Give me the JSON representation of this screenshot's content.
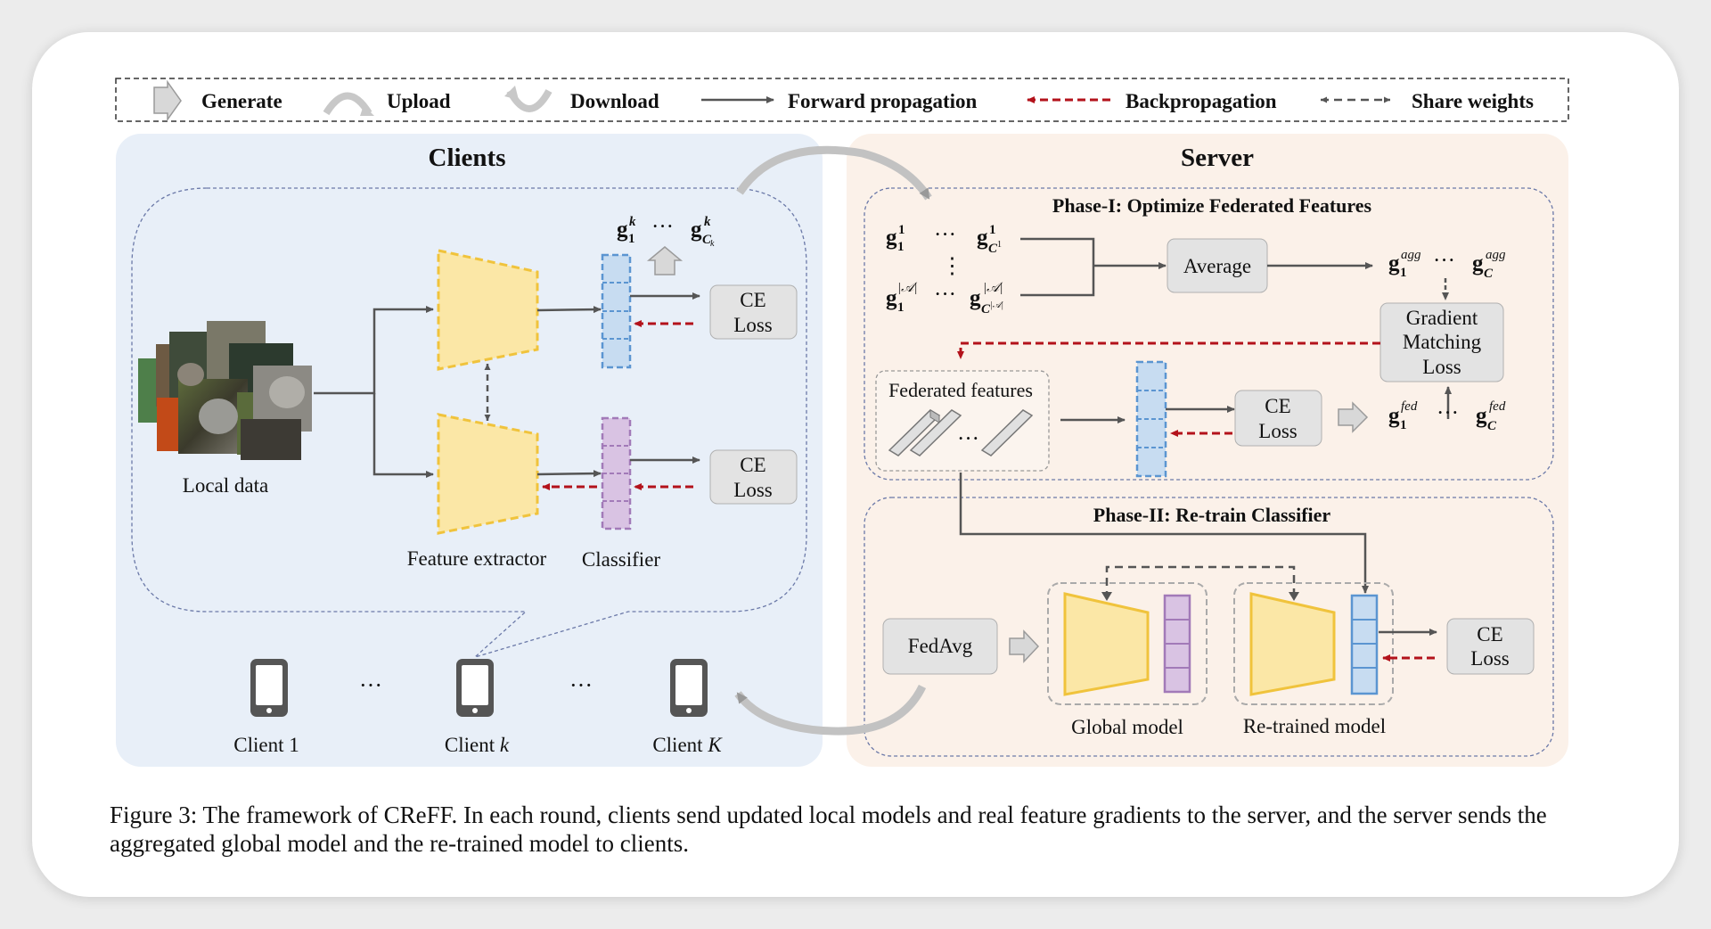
{
  "legend": {
    "generate": "Generate",
    "upload": "Upload",
    "download": "Download",
    "forward": "Forward propagation",
    "backprop": "Backpropagation",
    "share": "Share weights"
  },
  "clients": {
    "title": "Clients",
    "local_data": "Local data",
    "feature_extractor": "Feature extractor",
    "classifier": "Classifier",
    "ce_loss_line1": "CE",
    "ce_loss_line2": "Loss",
    "client_labels": [
      "Client 1",
      "Client",
      "Client"
    ],
    "client_vars": [
      "k",
      "K"
    ],
    "dots": "···"
  },
  "server": {
    "title": "Server",
    "phase1": "Phase-I: Optimize Federated Features",
    "average": "Average",
    "gm_lines": [
      "Gradient",
      "Matching",
      "Loss"
    ],
    "federated_features": "Federated features",
    "phase2": "Phase-II: Re-train Classifier",
    "fedavg": "FedAvg",
    "global_model": "Global model",
    "retrained_model": "Re-trained model"
  },
  "caption": "Figure 3: The framework of CReFF. In each round, clients send updated local models and real feature gradients to the server, and the server sends the aggregated global model and the re-trained model to clients.",
  "colors": {
    "client_bg": "#e8eff8",
    "server_bg": "#fbf1e9",
    "trapezoid_fill": "#fbe7a6",
    "trapezoid_stroke": "#f0c33c",
    "blue_fill": "#c7dcf1",
    "blue_stroke": "#5b95d1",
    "purple_fill": "#d9c3e3",
    "purple_stroke": "#a27ab8",
    "backprop": "#b3121b",
    "box_fill": "#e3e3e3"
  }
}
